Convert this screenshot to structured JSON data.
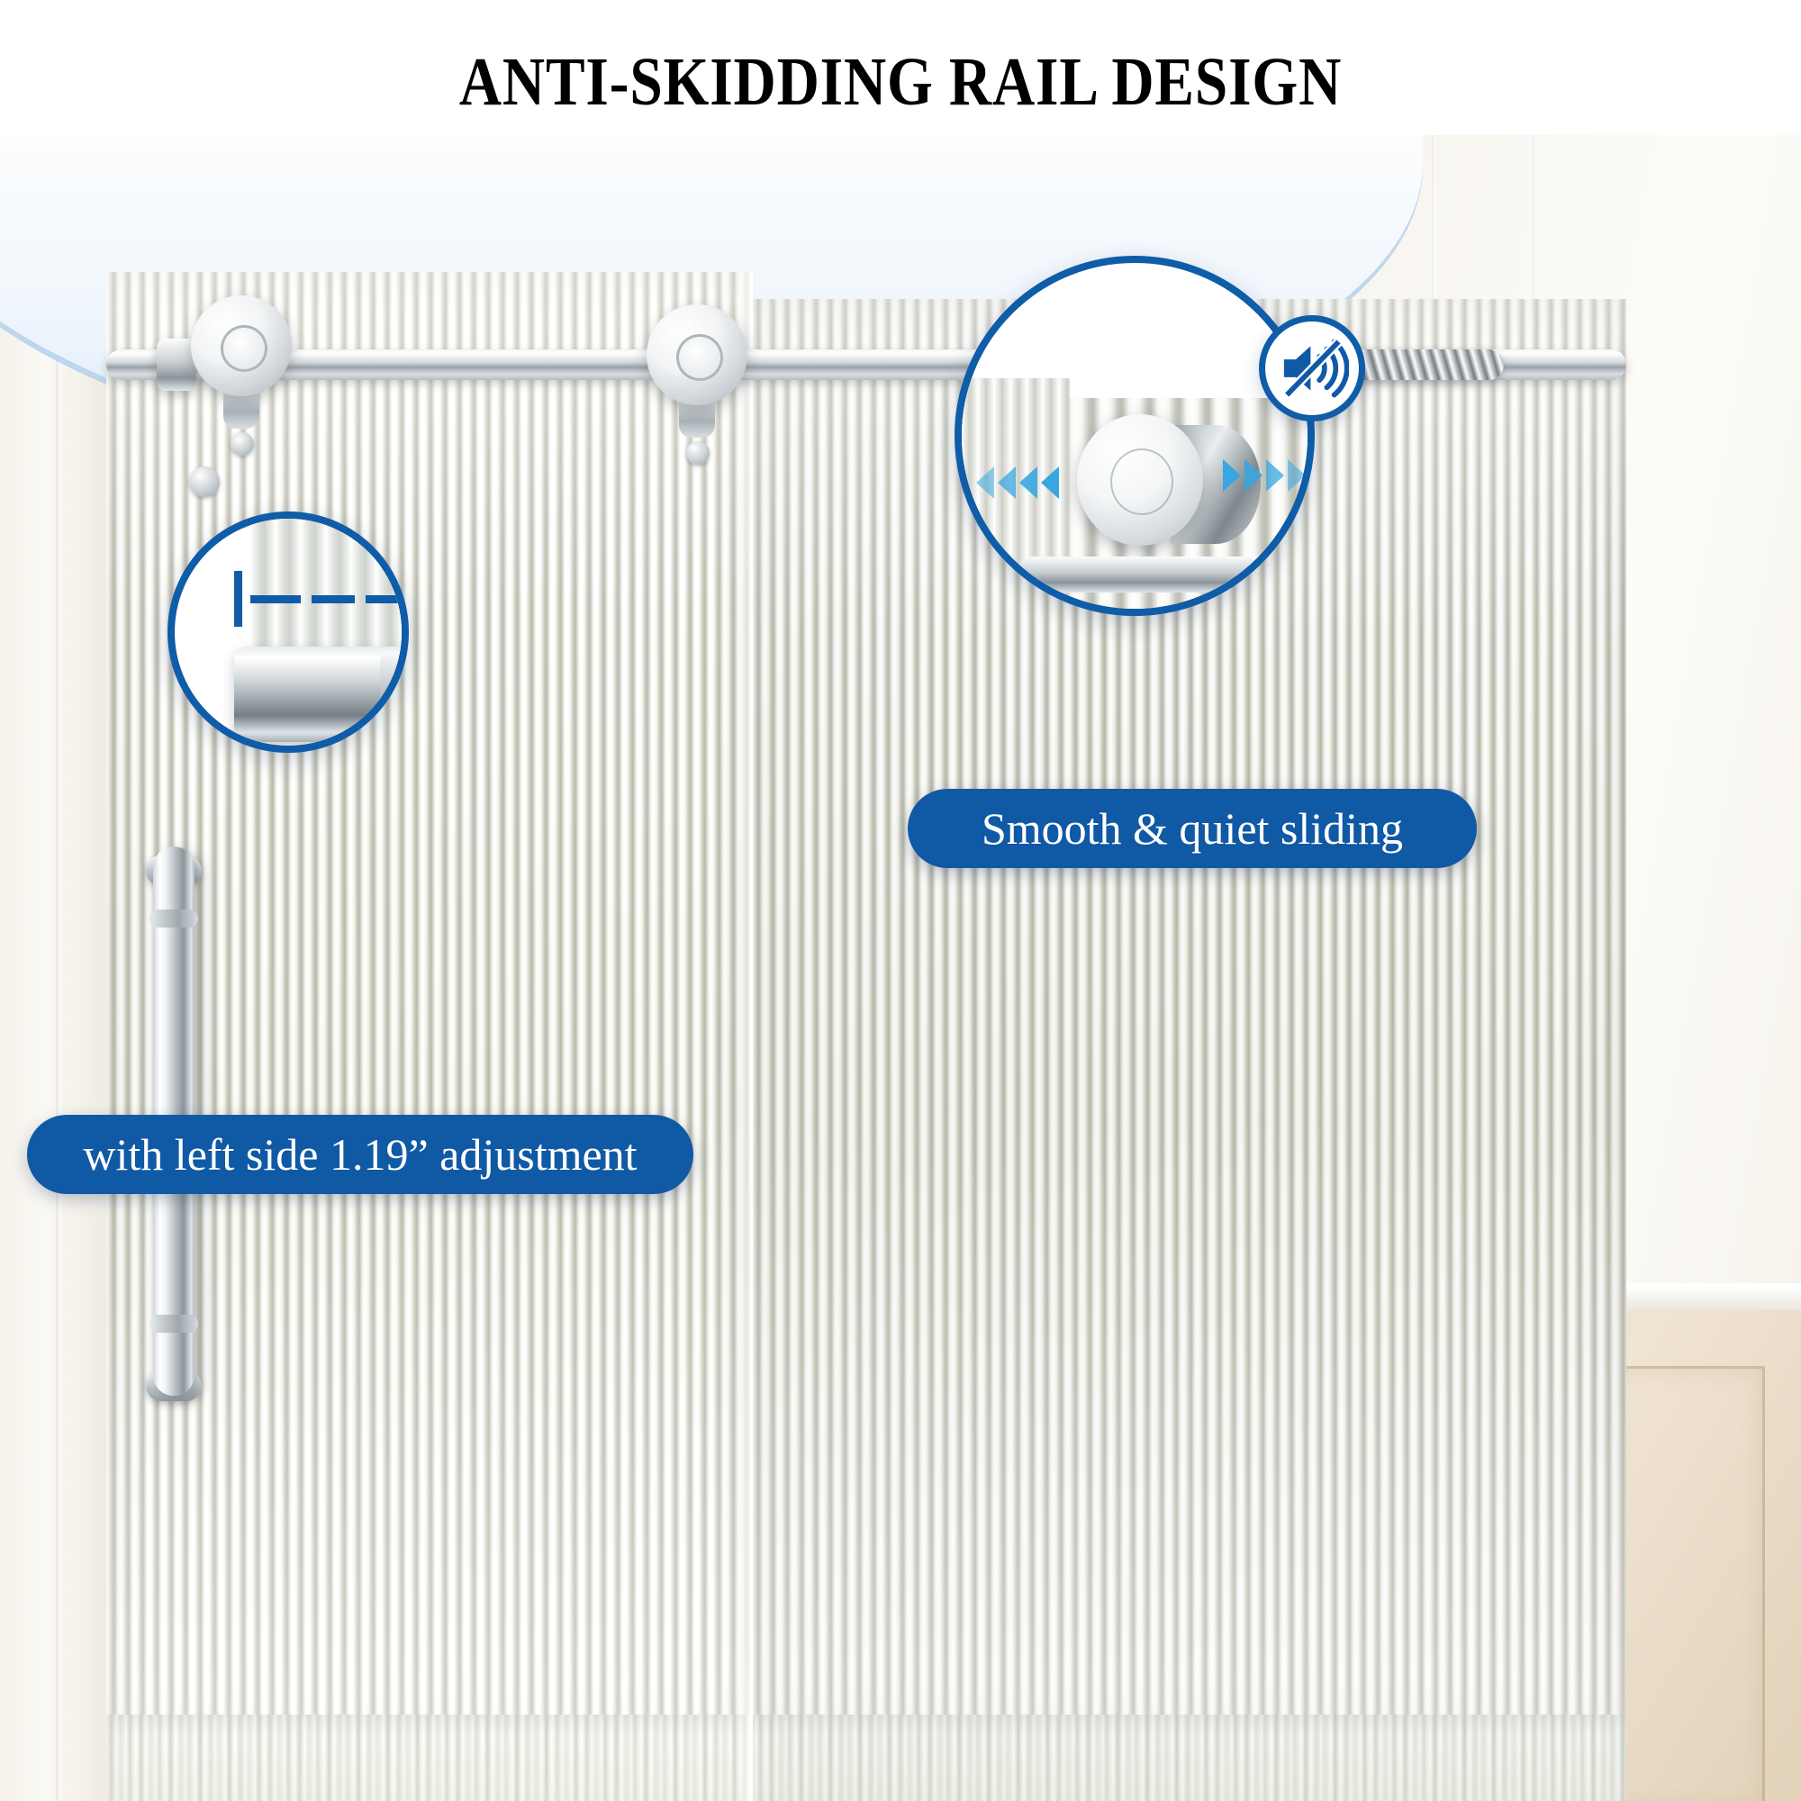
{
  "headline": {
    "text": "ANTI-SKIDDING RAIL DESIGN"
  },
  "colors": {
    "badge_blue": "#1059a5",
    "outline_blue": "#0f5ca8",
    "arrow_blue": "#38a6e0",
    "glass_tint": "#dfded2",
    "chrome": "#c8cfd3"
  },
  "callouts": [
    {
      "id": "roller-detail",
      "icon": "mute-icon",
      "badge_label": "Smooth & quiet sliding",
      "arrows": "bidirectional-chevrons"
    },
    {
      "id": "adjustment-detail",
      "icon": "dimension-measure-icon",
      "badge_label": "with left side 1.19” adjustment",
      "measurement": "1.19”"
    }
  ],
  "badges": {
    "smooth": "Smooth & quiet sliding",
    "adjust": "with left side 1.19” adjustment"
  },
  "product": {
    "type": "frameless sliding shower door",
    "glass": "fluted / reeded glass",
    "hardware_finish": "polished chrome",
    "panels": [
      "sliding door panel",
      "fixed glass panel"
    ]
  }
}
